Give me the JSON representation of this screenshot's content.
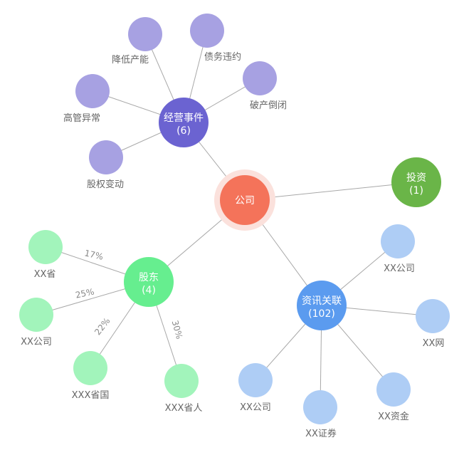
{
  "graph": {
    "center": {
      "id": "company",
      "label": "公司",
      "color": "#f4735a",
      "halo_color": "#fbe1dc"
    },
    "hubs": [
      {
        "id": "business",
        "label": "经营事件",
        "count": "(6)",
        "color": "#6b63d1",
        "leaf_color": "#a7a1e2",
        "children": [
          {
            "id": "b1",
            "label": "降低产能"
          },
          {
            "id": "b2",
            "label": "债务违约"
          },
          {
            "id": "b3",
            "label": "破产倒闭"
          },
          {
            "id": "b4",
            "label": "高管异常"
          },
          {
            "id": "b5",
            "label": "股权变动"
          }
        ]
      },
      {
        "id": "invest",
        "label": "投资",
        "count": "(1)",
        "color": "#6ab548",
        "leaf_color": "#6ab548",
        "children": []
      },
      {
        "id": "holder",
        "label": "股东",
        "count": "(4)",
        "color": "#66ee8f",
        "leaf_color": "#a2f4bb",
        "children": [
          {
            "id": "h1",
            "label": "XX省",
            "edge_label": "17%"
          },
          {
            "id": "h2",
            "label": "XX公司",
            "edge_label": "25%"
          },
          {
            "id": "h3",
            "label": "XXX省国",
            "edge_label": "22%"
          },
          {
            "id": "h4",
            "label": "XXX省人",
            "edge_label": "30%"
          }
        ]
      },
      {
        "id": "news",
        "label": "资讯关联",
        "count": "(102)",
        "color": "#5b9bef",
        "leaf_color": "#aecdf5",
        "children": [
          {
            "id": "n1",
            "label": "XX公司"
          },
          {
            "id": "n2",
            "label": "XX网"
          },
          {
            "id": "n3",
            "label": "XX资金"
          },
          {
            "id": "n4",
            "label": "XX证券"
          },
          {
            "id": "n5",
            "label": "XX公司"
          }
        ]
      }
    ]
  }
}
